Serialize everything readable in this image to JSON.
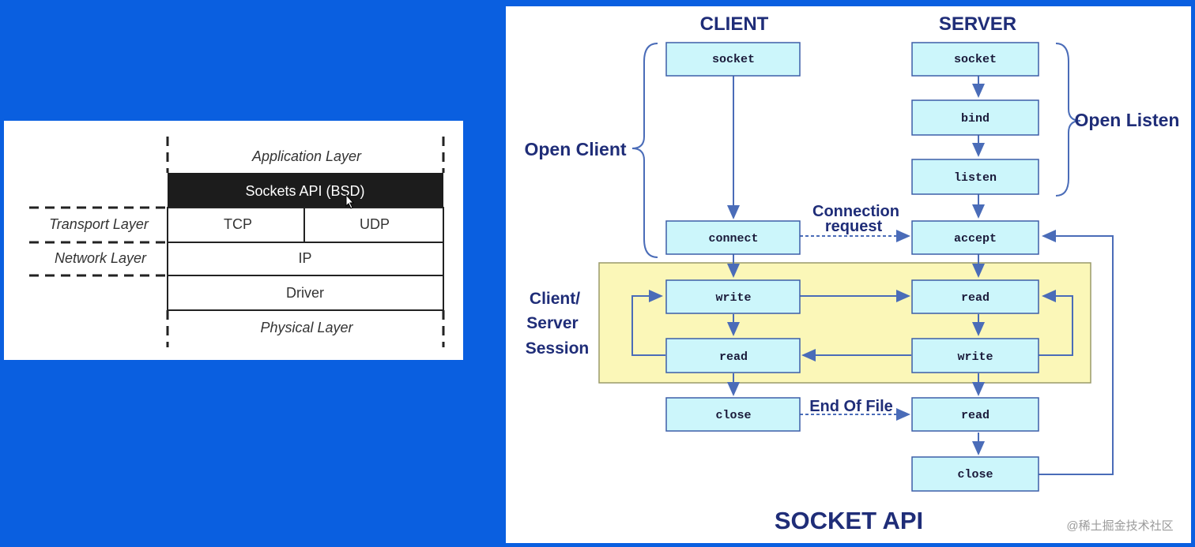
{
  "left_diagram": {
    "application_layer": "Application Layer",
    "sockets_api": "Sockets API (BSD)",
    "transport_layer": "Transport Layer",
    "tcp": "TCP",
    "udp": "UDP",
    "network_layer": "Network Layer",
    "ip": "IP",
    "driver": "Driver",
    "physical_layer": "Physical Layer"
  },
  "right_diagram": {
    "client_header": "CLIENT",
    "server_header": "SERVER",
    "open_client": "Open Client",
    "open_listen": "Open Listen",
    "session_label_1": "Client/",
    "session_label_2": "Server",
    "session_label_3": "Session",
    "connection_request_1": "Connection",
    "connection_request_2": "request",
    "end_of_file": "End Of File",
    "title": "SOCKET API",
    "watermark": "@稀土掘金技术社区",
    "client_boxes": {
      "socket": "socket",
      "connect": "connect",
      "write": "write",
      "read": "read",
      "close": "close"
    },
    "server_boxes": {
      "socket": "socket",
      "bind": "bind",
      "listen": "listen",
      "accept": "accept",
      "read": "read",
      "write": "write",
      "read2": "read",
      "close": "close"
    }
  },
  "colors": {
    "background": "#0a5fe0",
    "box_fill": "#ccf6fb",
    "box_stroke": "#3d5fa8",
    "session_fill": "#fbf7b8",
    "label_color": "#1f2d78",
    "arrow_color": "#4a6cb8"
  }
}
